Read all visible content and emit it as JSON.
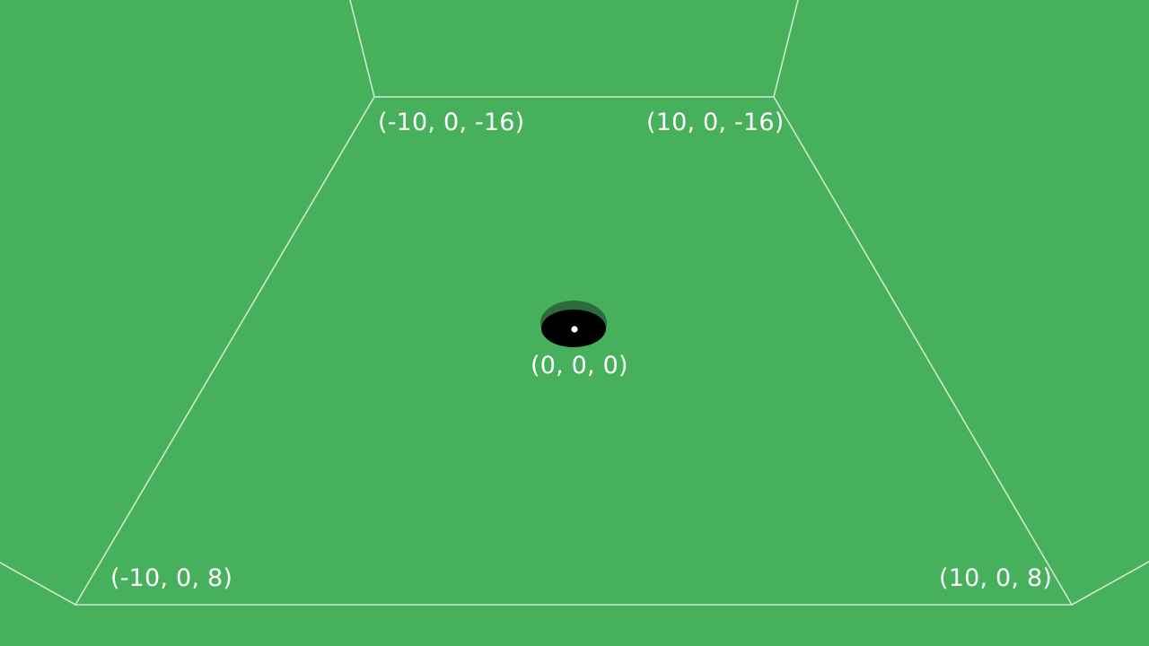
{
  "colors": {
    "background": "#47b05c",
    "edge_line": "#cfe9cf",
    "hole_lip": "#2e6b3b",
    "hole": "#000000",
    "marker": "#ffffff",
    "label_text": "#ffffff"
  },
  "corners": {
    "far_left": "(-10, 0, -16)",
    "far_right": "(10, 0, -16)",
    "near_left": "(-10, 0, 8)",
    "near_right": "(10, 0, 8)"
  },
  "hole": {
    "label": "(0, 0, 0)"
  }
}
